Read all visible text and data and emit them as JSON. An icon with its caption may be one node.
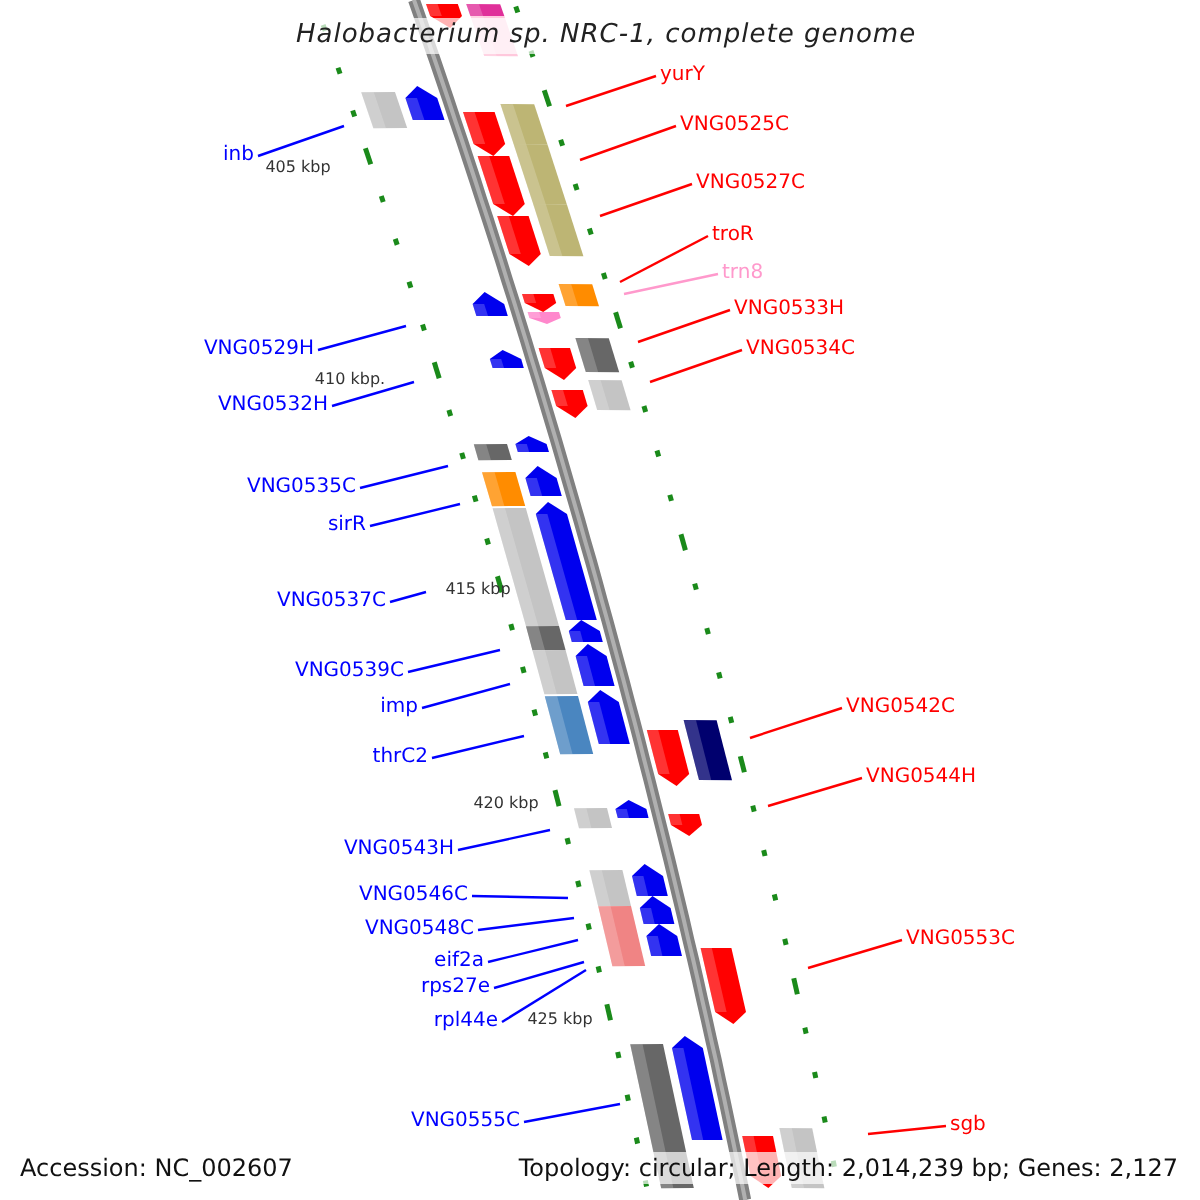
{
  "diagram": {
    "title": "Halobacterium sp. NRC-1, complete genome",
    "nodes": [
      {
        "text": [
          "yurY"
        ]
      },
      {
        "text": [
          "VNG0525C"
        ]
      },
      {
        "text": [
          "inb"
        ]
      },
      {
        "text": [
          "VNG0527C"
        ]
      },
      {
        "text": [
          "troR"
        ]
      },
      {
        "text": [
          "trn8"
        ]
      },
      {
        "text": [
          "VNG0533H"
        ]
      },
      {
        "text": [
          "VNG0529H"
        ]
      },
      {
        "text": [
          "VNG0534C"
        ]
      },
      {
        "text": [
          "VNG0532H"
        ]
      },
      {
        "text": [
          "VNG0535C"
        ]
      },
      {
        "text": [
          "sirR"
        ]
      },
      {
        "text": [
          "VNG0537C"
        ]
      },
      {
        "text": [
          "VNG0539C"
        ]
      },
      {
        "text": [
          "imp"
        ]
      },
      {
        "text": [
          "VNG0542C"
        ]
      },
      {
        "text": [
          "thrC2"
        ]
      },
      {
        "text": [
          "VNG0544H"
        ]
      },
      {
        "text": [
          "VNG0543H"
        ]
      },
      {
        "text": [
          "VNG0546C"
        ]
      },
      {
        "text": [
          "VNG0548C"
        ]
      },
      {
        "text": [
          "VNG0553C"
        ]
      },
      {
        "text": [
          "eif2a"
        ]
      },
      {
        "text": [
          "rps27e"
        ]
      },
      {
        "text": [
          "rpl44e"
        ]
      },
      {
        "text": [
          "VNG0555C"
        ]
      },
      {
        "text": [
          "sgb"
        ]
      }
    ],
    "edges": [
      {
        "from": 0,
        "to": null,
        "arrow": "none",
        "color": "#ff0000"
      },
      {
        "from": 1,
        "to": null,
        "arrow": "none",
        "color": "#ff0000"
      },
      {
        "from": 2,
        "to": null,
        "arrow": "none"
      },
      {
        "from": 3,
        "to": null,
        "arrow": "none",
        "color": "#ff0000"
      },
      {
        "from": 4,
        "to": null,
        "arrow": "none",
        "color": "#ff0000"
      },
      {
        "from": 5,
        "to": null,
        "arrow": "none",
        "color": "#ff99cc"
      },
      {
        "from": 6,
        "to": null,
        "arrow": "none",
        "color": "#ff0000"
      },
      {
        "from": 7,
        "to": null,
        "arrow": "none"
      },
      {
        "from": 8,
        "to": null,
        "arrow": "none",
        "color": "#ff0000"
      },
      {
        "from": 9,
        "to": null,
        "arrow": "none"
      },
      {
        "from": 10,
        "to": null,
        "arrow": "none"
      },
      {
        "from": 11,
        "to": null,
        "arrow": "none"
      },
      {
        "from": 12,
        "to": null,
        "arrow": "none"
      },
      {
        "from": 13,
        "to": null,
        "arrow": "none"
      },
      {
        "from": 14,
        "to": null,
        "arrow": "none"
      },
      {
        "from": 15,
        "to": null,
        "arrow": "none",
        "color": "#ff0000"
      },
      {
        "from": 16,
        "to": null,
        "arrow": "none"
      },
      {
        "from": 17,
        "to": null,
        "arrow": "none",
        "color": "#ff0000"
      },
      {
        "from": 18,
        "to": null,
        "arrow": "none"
      },
      {
        "from": 19,
        "to": null,
        "arrow": "none"
      },
      {
        "from": 20,
        "to": null,
        "arrow": "none"
      },
      {
        "from": 21,
        "to": null,
        "arrow": "none",
        "color": "#ff0000"
      },
      {
        "from": 22,
        "to": null,
        "arrow": "none"
      },
      {
        "from": 23,
        "to": null,
        "arrow": "none"
      },
      {
        "from": 24,
        "to": null,
        "arrow": "none"
      },
      {
        "from": 25,
        "to": null,
        "arrow": "none"
      },
      {
        "from": 26,
        "to": null,
        "arrow": "none",
        "color": "#ff0000"
      }
    ],
    "labels": [
      "405 kbp",
      "410 kbp.",
      "415 kbp",
      "420 kbp",
      "425 kbp",
      "Accession: NC_002607",
      "Topology: circular; Length: 2,014,239 bp; Genes: 2,127"
    ]
  }
}
